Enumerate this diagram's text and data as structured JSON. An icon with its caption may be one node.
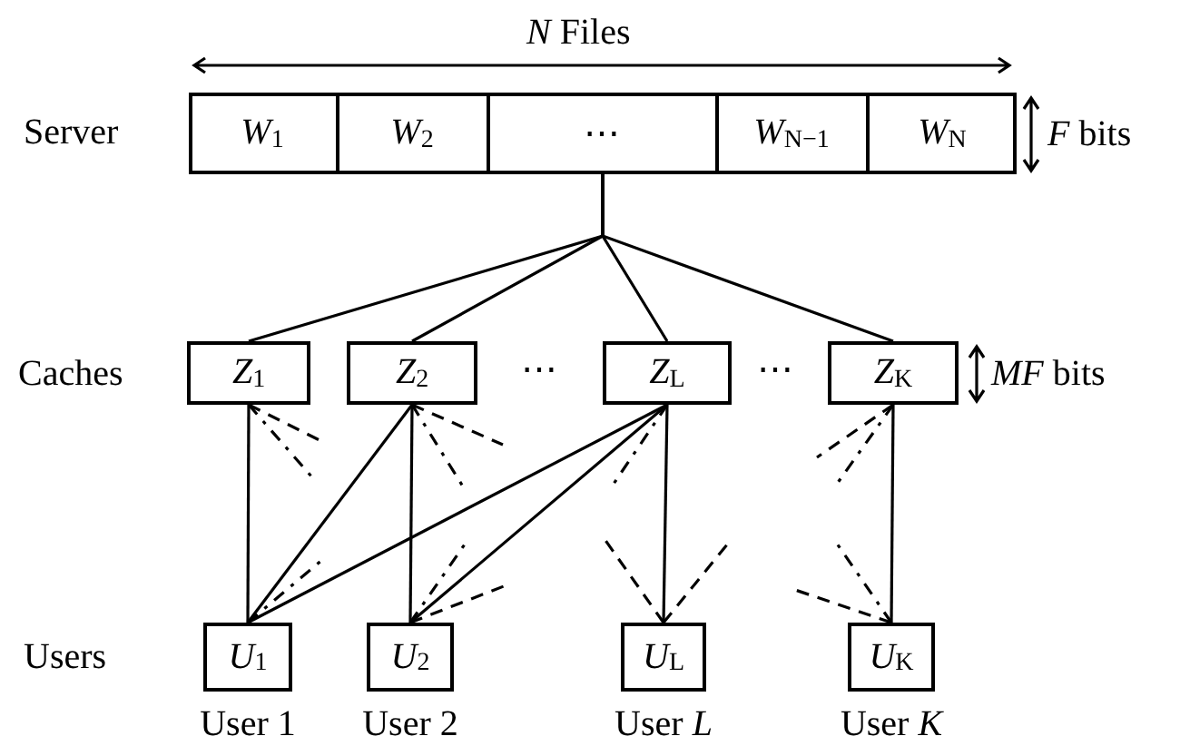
{
  "diagram": {
    "nodes": [
      {
        "text": [
          "Server"
        ]
      },
      {
        "text": [
          "*W*$_{1}$"
        ],
        "in": 0
      },
      {
        "text": [
          "*W*$_{2}$"
        ],
        "in": 0
      },
      {
        "text": [
          "⋯"
        ],
        "in": 0
      },
      {
        "text": [
          "*W*$_{N−1}$"
        ],
        "in": 0
      },
      {
        "text": [
          "*W*$_{N}$"
        ],
        "in": 0
      },
      {
        "text": [
          "*Z*$_{1}$"
        ]
      },
      {
        "text": [
          "*Z*$_{2}$"
        ]
      },
      {
        "text": [
          "*Z*$_{L}$"
        ]
      },
      {
        "text": [
          "*Z*$_{K}$"
        ]
      },
      {
        "text": [
          "*U*$_{1}$"
        ],
        "beside": [
          "User 1"
        ]
      },
      {
        "text": [
          "*U*$_{2}$"
        ],
        "beside": [
          "User 2"
        ]
      },
      {
        "text": [
          "*U*$_{L}$"
        ],
        "beside": [
          "User *L*"
        ]
      },
      {
        "text": [
          "*U*$_{K}$"
        ],
        "beside": [
          "User *K*"
        ]
      }
    ],
    "edges": [
      {
        "from": 0,
        "to": 6,
        "arrow": "none"
      },
      {
        "from": 0,
        "to": 7,
        "arrow": "none"
      },
      {
        "from": 0,
        "to": 8,
        "arrow": "none"
      },
      {
        "from": 0,
        "to": 9,
        "arrow": "none"
      },
      {
        "from": 6,
        "to": 10,
        "arrow": "none"
      },
      {
        "from": 7,
        "to": 10,
        "arrow": "none"
      },
      {
        "from": 7,
        "to": 11,
        "arrow": "none"
      },
      {
        "from": 8,
        "to": 10,
        "arrow": "none"
      },
      {
        "from": 8,
        "to": 11,
        "arrow": "none"
      },
      {
        "from": 8,
        "to": 12,
        "arrow": "none"
      },
      {
        "from": 9,
        "to": 13,
        "arrow": "none"
      },
      {
        "from": 6,
        "to": null,
        "arrow": "none",
        "style": "dashed"
      },
      {
        "from": 6,
        "to": null,
        "arrow": "none",
        "style": "dashed"
      },
      {
        "from": 7,
        "to": null,
        "arrow": "none",
        "style": "dashed"
      },
      {
        "from": 7,
        "to": null,
        "arrow": "none",
        "style": "dashed"
      },
      {
        "from": 8,
        "to": null,
        "arrow": "none",
        "style": "dashed"
      },
      {
        "from": 9,
        "to": null,
        "arrow": "none",
        "style": "dashed"
      },
      {
        "from": 9,
        "to": null,
        "arrow": "none",
        "style": "dashed"
      },
      {
        "from": 10,
        "to": null,
        "arrow": "none",
        "style": "dashed"
      },
      {
        "from": 11,
        "to": null,
        "arrow": "none",
        "style": "dashed"
      },
      {
        "from": 11,
        "to": null,
        "arrow": "none",
        "style": "dashed"
      },
      {
        "from": 12,
        "to": null,
        "arrow": "none",
        "style": "dashed"
      },
      {
        "from": 12,
        "to": null,
        "arrow": "none",
        "style": "dashed"
      },
      {
        "from": 13,
        "to": null,
        "arrow": "none",
        "style": "dashed"
      },
      {
        "from": 13,
        "to": null,
        "arrow": "none",
        "style": "dashed"
      }
    ],
    "labels": [
      "*N* Files",
      "*F* bits",
      "Caches",
      "⋯",
      "⋯",
      "*MF* bits",
      "Users"
    ]
  }
}
